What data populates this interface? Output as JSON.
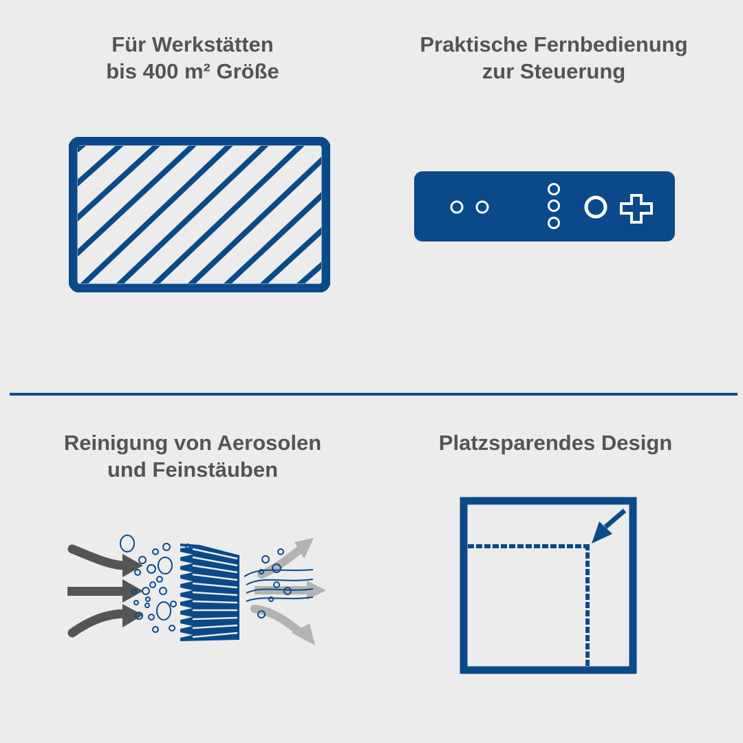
{
  "colors": {
    "background": "#ececec",
    "brand_blue": "#0b4a8a",
    "text": "#545454",
    "arrow_dark": "#555555",
    "arrow_light": "#b3b3b3"
  },
  "features": [
    {
      "title_line1": "Für Werkstätten",
      "title_line2": "bis 400 m² Größe",
      "icon": "hatched-area-icon"
    },
    {
      "title_line1": "Praktische Fernbedienung",
      "title_line2": "zur Steuerung",
      "icon": "remote-control-icon"
    },
    {
      "title_line1": "Reinigung von Aerosolen",
      "title_line2": "und Feinstäuben",
      "icon": "air-filter-icon"
    },
    {
      "title_line1": "Platzsparendes Design",
      "icon": "space-saving-icon"
    }
  ]
}
